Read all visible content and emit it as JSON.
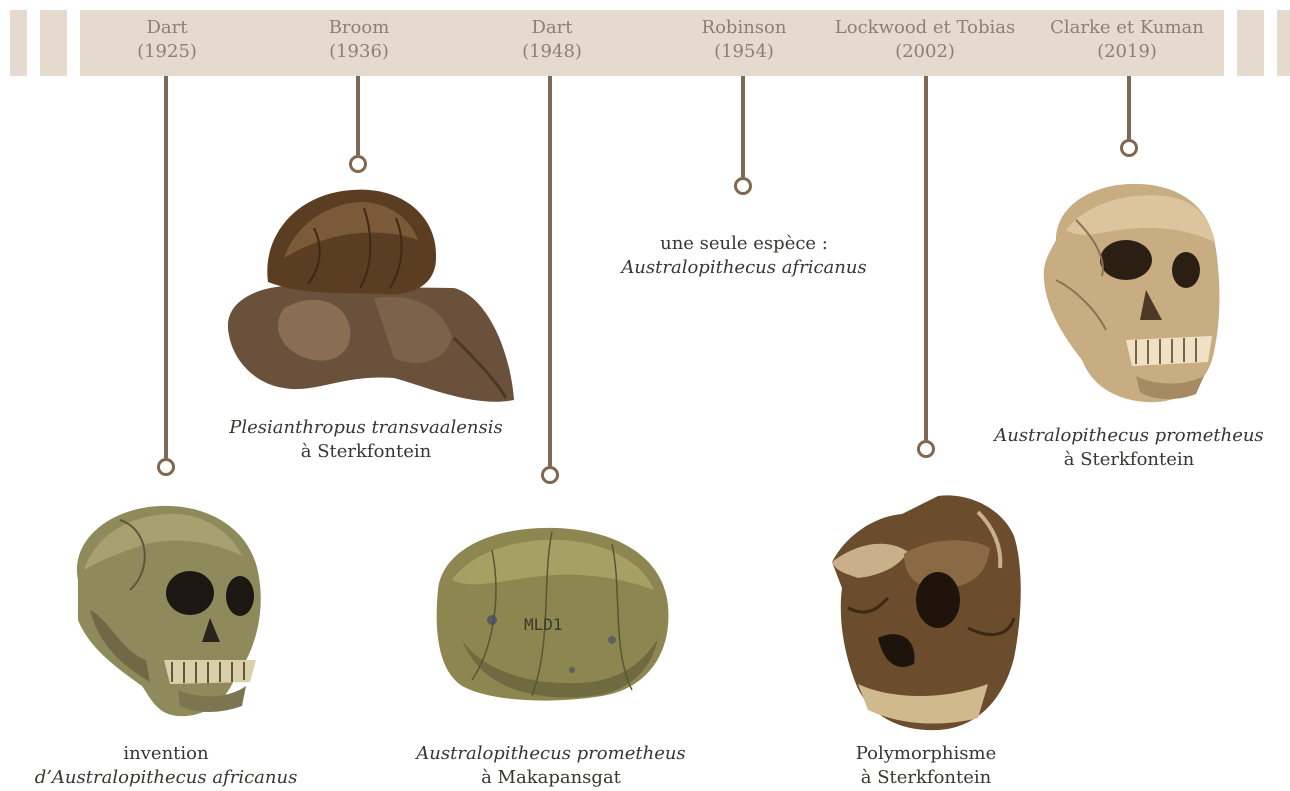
{
  "timeline": [
    {
      "author": "Dart",
      "year": "(1925)"
    },
    {
      "author": "Broom",
      "year": "(1936)"
    },
    {
      "author": "Dart",
      "year": "(1948)"
    },
    {
      "author": "Robinson",
      "year": "(1954)"
    },
    {
      "author": "Lockwood et Tobias",
      "year": "(2002)"
    },
    {
      "author": "Clarke et Kuman",
      "year": "(2019)"
    }
  ],
  "captions": {
    "dart1925": {
      "line1": "invention",
      "line2": "d’Australopithecus africanus"
    },
    "broom1936": {
      "line1": "Plesianthropus transvaalensis",
      "line2": "à Sterkfontein"
    },
    "dart1948": {
      "line1": "Australopithecus prometheus",
      "line2": "à Makapansgat"
    },
    "robinson1954": {
      "line1": "une seule espèce :",
      "line2": "Australopithecus africanus"
    },
    "lockwood2002": {
      "line1": "Polymorphisme",
      "line2": "à Sterkfontein"
    },
    "clarke2019": {
      "line1": "Australopithecus prometheus",
      "line2": "à Sterkfontein"
    }
  },
  "fossil_labels": {
    "makapansgat_inscription": "MLD1"
  },
  "colors": {
    "band": "#e4dacd",
    "connector": "#806750",
    "header_text": "#8c7f73",
    "caption_text": "#3a3531"
  }
}
